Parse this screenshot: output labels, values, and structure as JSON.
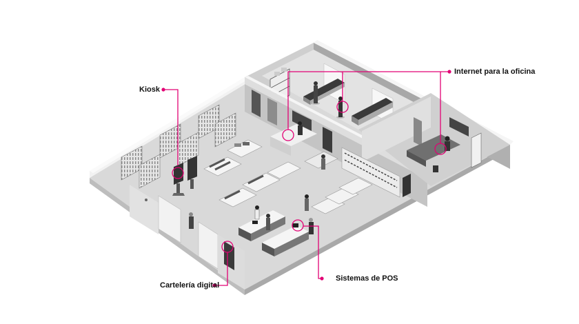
{
  "diagram": {
    "accent_color": "#e20074",
    "callouts": [
      {
        "id": "kiosk",
        "label": "Kiosk"
      },
      {
        "id": "internet",
        "label": "Internet para la oficina"
      },
      {
        "id": "signage",
        "label": "Cartelería digital"
      },
      {
        "id": "pos",
        "label": "Sistemas de POS"
      }
    ]
  }
}
